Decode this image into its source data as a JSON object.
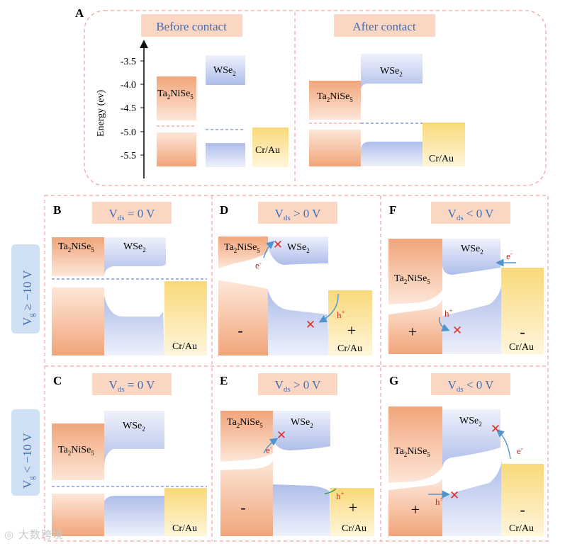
{
  "panel_a": {
    "label": "A",
    "before_title": "Before contact",
    "after_title": "After contact",
    "ylabel": "Energy (ev)",
    "ticks": [
      "-3.5",
      "-4.0",
      "-4.5",
      "-5.0",
      "-5.5"
    ],
    "ta2nise5": "Ta",
    "ta2nise5_sub": "2",
    "ta2nise5_mid": "NiSe",
    "ta2nise5_sub2": "5",
    "wse2": "WSe",
    "wse2_sub": "2",
    "crau": "Cr/Au"
  },
  "panels": [
    {
      "id": "B",
      "v_sym": "=",
      "v_val": "0 V",
      "left_sign": "",
      "right_sign": ""
    },
    {
      "id": "D",
      "v_sym": ">",
      "v_val": "0 V",
      "left_sign": "-",
      "right_sign": "+"
    },
    {
      "id": "F",
      "v_sym": "<",
      "v_val": "0 V",
      "left_sign": "+",
      "right_sign": "-"
    },
    {
      "id": "C",
      "v_sym": "=",
      "v_val": "0 V",
      "left_sign": "",
      "right_sign": ""
    },
    {
      "id": "E",
      "v_sym": ">",
      "v_val": "0 V",
      "left_sign": "-",
      "right_sign": "+"
    },
    {
      "id": "G",
      "v_sym": "<",
      "v_val": "0 V",
      "left_sign": "+",
      "right_sign": "-"
    }
  ],
  "vds": {
    "main": "V",
    "sub": "ds"
  },
  "side_labels": [
    {
      "main": "V",
      "sub": "g",
      "rest": " ≥ −10 V"
    },
    {
      "main": "V",
      "sub": "g",
      "rest": " < −10 V"
    }
  ],
  "carriers": {
    "electron": "e",
    "electron_sup": "-",
    "hole": "h",
    "hole_sup": "+"
  },
  "cross": "✕",
  "watermark": "大数跨境",
  "colors": {
    "orange": "#f5b48a",
    "blue": "#b8c6ea",
    "yellow": "#fbe08c",
    "dash_pink": "#f4a0a0",
    "title_bg": "#fbd6c2",
    "title_text": "#3f6fb3",
    "side_bg": "#cfe0f5",
    "arrow": "#4f94cf",
    "cross": "#e0312b",
    "carrier_text": "#d0241c"
  }
}
